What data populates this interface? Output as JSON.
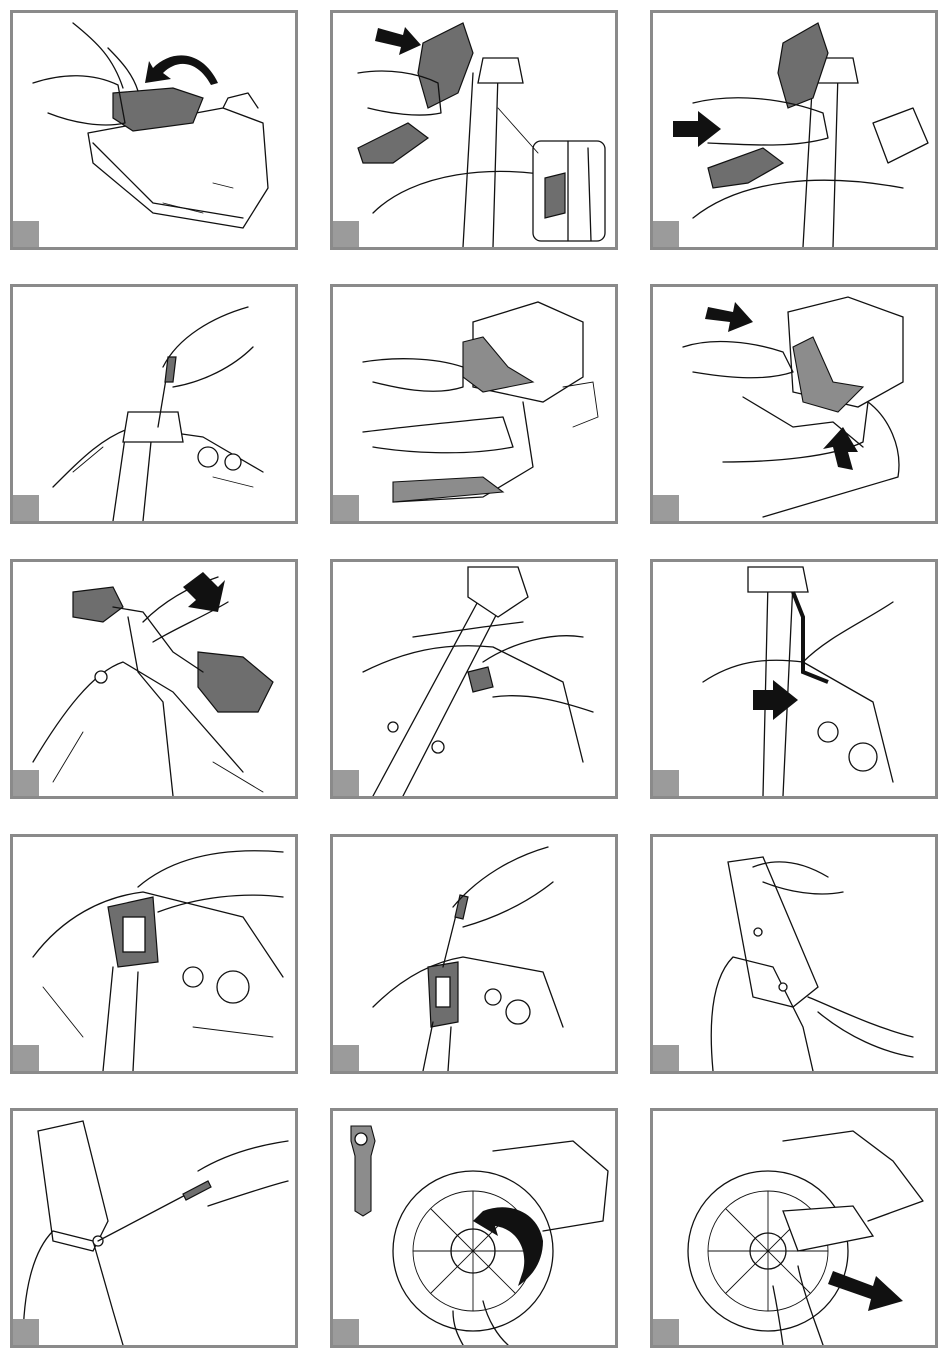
{
  "document": {
    "layout": "grid-3x5",
    "panels": [
      {
        "id": "p1",
        "step_label": "",
        "depicts": "remove-dashboard-cover",
        "arrow": "curved"
      },
      {
        "id": "p2",
        "step_label": "",
        "depicts": "unplug-dashboard-connector",
        "arrow": "straight"
      },
      {
        "id": "p3",
        "step_label": "",
        "depicts": "slide-dashboard-off",
        "arrow": "straight"
      },
      {
        "id": "p4",
        "step_label": "",
        "depicts": "unscrew-fasteners",
        "arrow": "none"
      },
      {
        "id": "p5",
        "step_label": "",
        "depicts": "remove-headlight-mask",
        "arrow": "none"
      },
      {
        "id": "p6",
        "step_label": "",
        "depicts": "press-release-tabs",
        "arrow": "double"
      },
      {
        "id": "p7",
        "step_label": "",
        "depicts": "lift-handlebar",
        "arrow": "straight"
      },
      {
        "id": "p8",
        "step_label": "",
        "depicts": "disconnect-wiring",
        "arrow": "none"
      },
      {
        "id": "p9",
        "step_label": "",
        "depicts": "route-cable",
        "arrow": "straight"
      },
      {
        "id": "p10",
        "step_label": "",
        "depicts": "fit-bracket",
        "arrow": "none"
      },
      {
        "id": "p11",
        "step_label": "",
        "depicts": "tighten-bracket-screw",
        "arrow": "none"
      },
      {
        "id": "p12",
        "step_label": "",
        "depicts": "fit-windscreen",
        "arrow": "none"
      },
      {
        "id": "p13",
        "step_label": "",
        "depicts": "screw-windscreen",
        "arrow": "none"
      },
      {
        "id": "p14",
        "step_label": "",
        "depicts": "loosen-wheel-nut-with-tool",
        "arrow": "curved"
      },
      {
        "id": "p15",
        "step_label": "",
        "depicts": "pull-out-caliper",
        "arrow": "straight"
      }
    ]
  },
  "colors": {
    "border": "#8a8a8a",
    "badge": "#9b9b9b",
    "dark_part": "#6e6e6e",
    "mid_part": "#8c8c8c",
    "ink": "#111111"
  }
}
